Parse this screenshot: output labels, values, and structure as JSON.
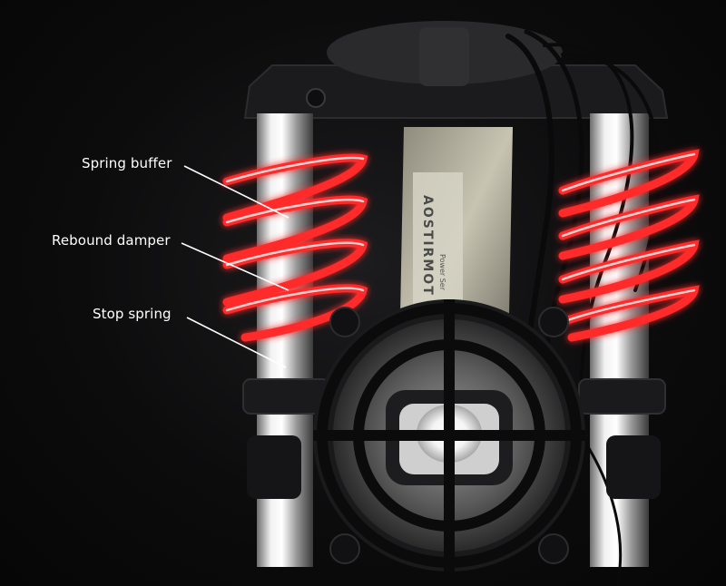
{
  "labels": {
    "spring_buffer": "Spring buffer",
    "rebound_damper": "Rebound damper",
    "stop_spring": "Stop spring"
  },
  "brand": {
    "name": "AOSTIRMOT",
    "sub": "Power Ser"
  },
  "colors": {
    "background": "#000000",
    "spring_glow": "#ff2a2a",
    "callout_text": "#ffffff",
    "chrome": "#d8d8d8"
  }
}
